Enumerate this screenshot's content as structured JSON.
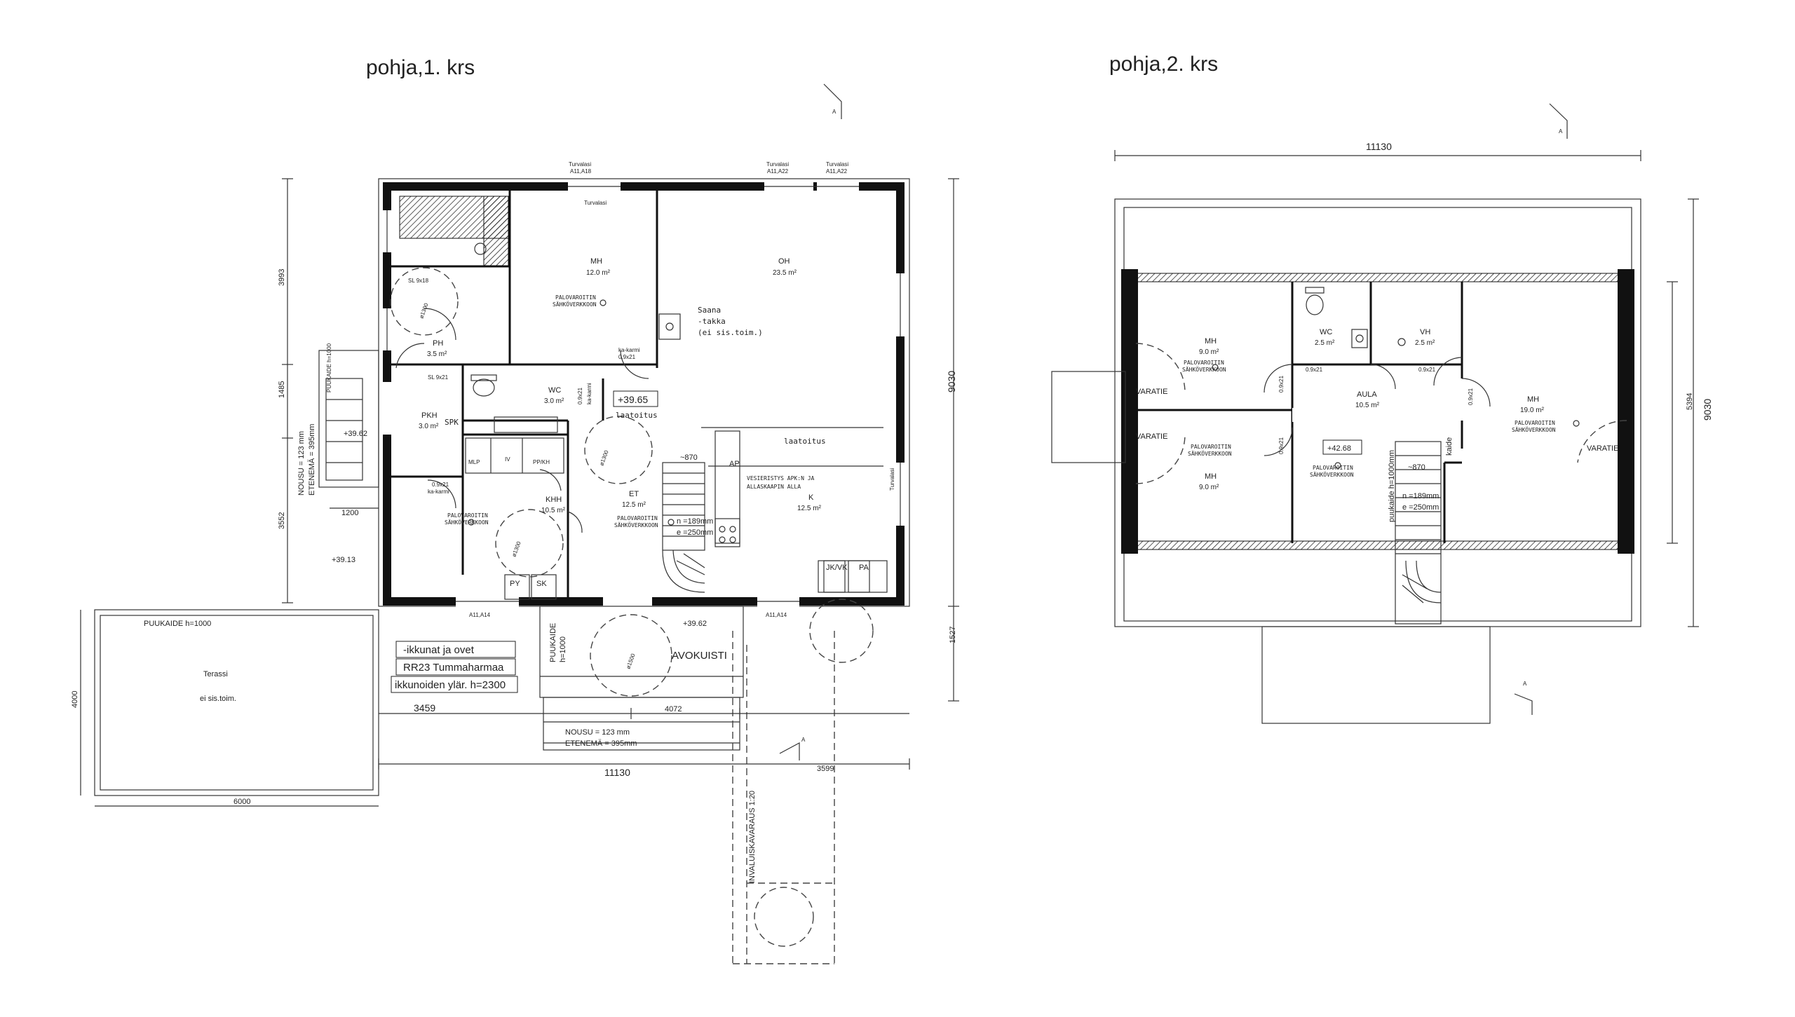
{
  "titles": {
    "floor1": "pohja,1. krs",
    "floor2": "pohja,2. krs"
  },
  "floor1": {
    "rooms": [
      {
        "name": "MH",
        "area": "12.0 m²"
      },
      {
        "name": "OH",
        "area": "23.5 m²"
      },
      {
        "name": "PH",
        "area": "3.5 m²"
      },
      {
        "name": "WC",
        "area": "3.0 m²"
      },
      {
        "name": "PKH",
        "area": "3.0 m²"
      },
      {
        "name": "KHH",
        "area": "10.5 m²"
      },
      {
        "name": "ET",
        "area": "12.5 m²"
      },
      {
        "name": "K",
        "area": "12.5 m²"
      }
    ],
    "labels": {
      "palovaroitin_1": "PALOVAROITIN",
      "sahkoverkkoon_1": "SÄHKÖVERKKOON",
      "palovaroitin_2": "PALOVAROITIN",
      "sahkoverkkoon_2": "SÄHKÖVERKKOON",
      "palovaroitin_3": "PALOVAROITIN",
      "sahkoverkkoon_3": "SÄHKÖVERKKOON",
      "saana_1": "Saana",
      "saana_2": "-takka",
      "saana_3": "(ei sis.toim.)",
      "laatoitus_1": "laatoitus",
      "laatoitus_2": "laatoitus",
      "level_main": "+39.65",
      "level_entry": "+39.62",
      "level_porch": "+39.62",
      "level_ground": "+39.13",
      "stair_870": "~870",
      "stair_n": "n =189mm",
      "stair_e": "e =250mm",
      "vesieristys_1": "VESIERISTYS APK:N JA",
      "vesieristys_2": "ALLASKAAPIN ALLA",
      "ap": "AP",
      "jkvk": "JK/VK",
      "pa": "PA",
      "py": "PY",
      "sk": "SK",
      "mlp": "MLP",
      "iv": "IV",
      "pp_kh": "PP/KH",
      "sl1": "SL 9x18",
      "sl2": "SL 9x21",
      "d1300_1": "ø1300",
      "d1300_2": "ø1300",
      "d1300_3": "ø1300",
      "d1500": "ø1500",
      "ka_karmi_1": "ka-karmi",
      "ka_karmi_2": "ka-karmi",
      "ka_karmi_3": "ka-karmi",
      "door_921_1": "0.9x21",
      "door_921_2": "0.9x21",
      "door_921_3": "0.9x21",
      "spk": "SPK",
      "turvalasi_1": "Turvalasi",
      "turvalasi_2": "Turvalasi",
      "turvalasi_3": "Turvalasi",
      "turvalasi_4": "Turvalasi",
      "turvalasi_5": "Turvalasi",
      "a11_1": "A11,A18",
      "a11_2": "A11,A22",
      "a11_3": "A11,A22",
      "a11_4": "A11,A14",
      "a11_5": "A11,A14",
      "avokuisti": "AVOKUISTI",
      "puukaide_1": "PUUKAIDE h=1000",
      "puukaide_2": "PUUKAIDE",
      "puukaide_3": "h=1000",
      "puukaide_4": "PUUKAIDE h=1000",
      "terassi": "Terassi",
      "terassi_sub": "ei sis.toim.",
      "nousu_1": "NOUSU = 123 mm",
      "etenema_1": "ETENEMÄ = 395mm",
      "nousu_2": "NOUSU = 123 mm",
      "etenema_2": "ETENEMÄ = 395mm",
      "invaluiska": "INVALUISKAVARAUS 1:20",
      "note_ikkunat": "-ikkunat ja ovet",
      "note_rr23": "RR23 Tummaharmaa",
      "note_ylar": "ikkunoiden ylär. h=2300",
      "section_a1": "A",
      "section_a2": "A"
    },
    "dimensions": {
      "total_width": "11130",
      "depth": "9030",
      "d_3993": "3993",
      "d_1485": "1485",
      "d_3552": "3552",
      "d_1200": "1200",
      "d_1527": "1527",
      "d_3459": "3459",
      "d_4072": "4072",
      "d_3599": "3599",
      "d_4000": "4000",
      "d_6000": "6000"
    }
  },
  "floor2": {
    "rooms": [
      {
        "name": "MH",
        "area": "9.0 m²"
      },
      {
        "name": "WC",
        "area": "2.5 m²"
      },
      {
        "name": "VH",
        "area": "2.5 m²"
      },
      {
        "name": "AULA",
        "area": "10.5 m²"
      },
      {
        "name": "MH",
        "area": "19.0 m²"
      },
      {
        "name": "MH",
        "area": "9.0 m²"
      }
    ],
    "labels": {
      "varatie_1": "VARATIE",
      "varatie_2": "VARATIE",
      "varatie_3": "VARATIE",
      "palovaroitin_1": "PALOVAROITIN",
      "sahkoverkkoon_1": "SÄHKÖVERKKOON",
      "palovaroitin_2": "PALOVAROITIN",
      "sahkoverkkoon_2": "SÄHKÖVERKKOON",
      "palovaroitin_3": "PALOVAROITIN",
      "sahkoverkkoon_3": "SÄHKÖVERKKOON",
      "palovaroitin_4": "PALOVAROITIN",
      "sahkoverkkoon_4": "SÄHKÖVERKKOON",
      "level": "+42.68",
      "stair_870": "~870",
      "stair_n": "n =189mm",
      "stair_e": "e =250mm",
      "puukaide": "puukaide h=1000mm",
      "kaide": "kaide",
      "door_921_1": "0.9x21",
      "door_921_2": "0.9x21",
      "door_921_3": "0.9x21",
      "door_921_4": "0.9x21",
      "door_921_5": "0.9x21",
      "section_a1": "A",
      "section_a2": "A"
    },
    "dimensions": {
      "total_width": "11130",
      "depth": "9030",
      "d_5394": "5394"
    }
  }
}
